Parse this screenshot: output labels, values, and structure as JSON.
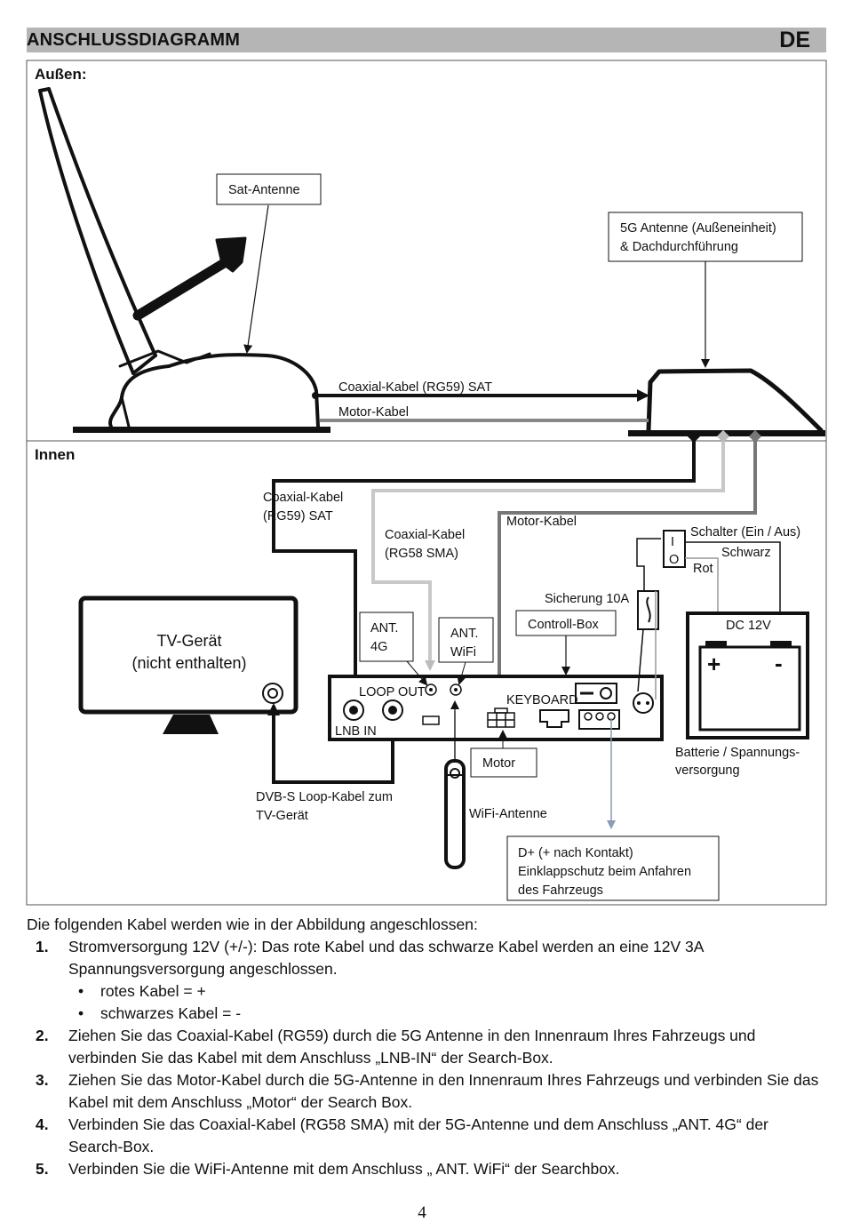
{
  "header": {
    "title": "ANSCHLUSSDIAGRAMM",
    "lang": "DE"
  },
  "diagram": {
    "outside_label": "Außen:",
    "inside_label": "Innen",
    "sat_antenna": "Sat-Antenne",
    "antenna_5g": [
      "5G Antenne (Außeneinheit)",
      "& Dachdurchführung"
    ],
    "coax_sat_outside": "Coaxial-Kabel (RG59) SAT",
    "motor_cable_outside": "Motor-Kabel",
    "coax_sat_inside": [
      "Coaxial-Kabel",
      "(RG59) SAT"
    ],
    "coax_sma": [
      "Coaxial-Kabel",
      "(RG58 SMA)"
    ],
    "motor_cable_inside": "Motor-Kabel",
    "switch": "Schalter (Ein / Aus)",
    "switch_i": "I",
    "switch_o": "O",
    "black": "Schwarz",
    "red": "Rot",
    "fuse": "Sicherung 10A",
    "control_box": "Controll-Box",
    "dc": "DC 12V",
    "plus": "+",
    "minus": "-",
    "battery": [
      "Batterie / Spannungs-",
      "versorgung"
    ],
    "tv": [
      "TV-Gerät",
      "(nicht enthalten)"
    ],
    "ant4g": [
      "ANT.",
      "4G"
    ],
    "antwifi": [
      "ANT.",
      "WiFi"
    ],
    "loop_out": "LOOP OUT",
    "lnb_in": "LNB IN",
    "keyboard": "KEYBOARD",
    "motor": "Motor",
    "dvbs": [
      "DVB-S Loop-Kabel zum",
      "TV-Gerät"
    ],
    "wifi_antenna": "WiFi-Antenne",
    "dplus": [
      "D+ (+ nach Kontakt)",
      "Einklappschutz beim Anfahren",
      "des Fahrzeugs"
    ]
  },
  "instructions": {
    "intro": "Die folgenden Kabel werden wie in der Abbildung angeschlossen:",
    "steps": [
      {
        "num": "1.",
        "text": "Stromversorgung 12V (+/-): Das rote Kabel und das schwarze Kabel werden an eine 12V 3A Spannungsversorgung angeschlossen."
      },
      {
        "num": "2.",
        "text": "Ziehen Sie das Coaxial-Kabel (RG59) durch die 5G Antenne in den Innenraum Ihres Fahrzeugs und verbinden Sie das Kabel mit dem Anschluss „LNB-IN“ der Search-Box."
      },
      {
        "num": "3.",
        "text": "Ziehen Sie das Motor-Kabel durch die 5G-Antenne in den Innenraum Ihres Fahrzeugs und verbinden Sie das Kabel mit dem Anschluss „Motor“ der Search Box."
      },
      {
        "num": "4.",
        "text": "Verbinden Sie das Coaxial-Kabel (RG58 SMA) mit der 5G-Antenne und dem Anschluss „ANT. 4G“ der Search-Box."
      },
      {
        "num": "5.",
        "text": "Verbinden Sie die WiFi-Antenne mit dem Anschluss „ ANT. WiFi“ der Searchbox."
      }
    ],
    "bullets": [
      "rotes Kabel = +",
      "schwarzes Kabel = -"
    ],
    "bullet_symbol": "•"
  },
  "page_number": "4"
}
